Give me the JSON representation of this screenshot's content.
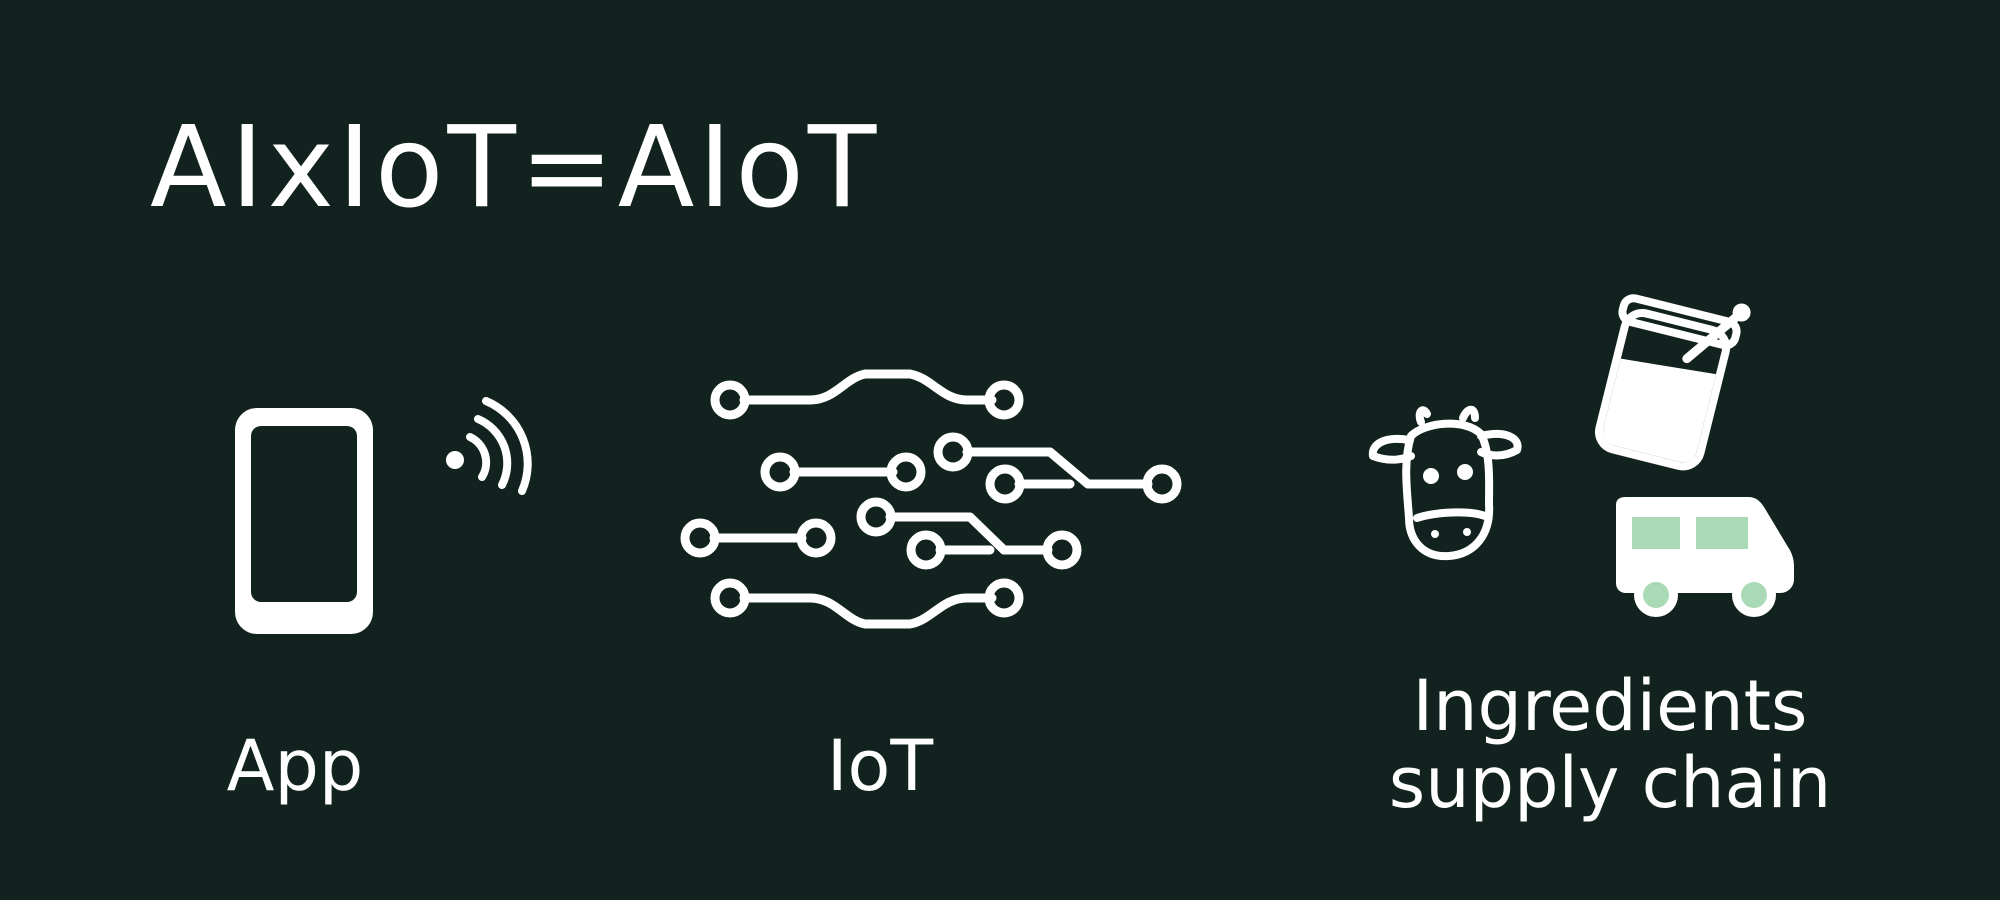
{
  "headline": "AIxIoT=AIoT",
  "captions": {
    "app": "App",
    "iot": "IoT",
    "ingredients_line1": "Ingredients",
    "ingredients_line2": "supply chain"
  },
  "icons": {
    "phone": "smartphone-icon",
    "signal": "wireless-signal-icon",
    "circuit": "circuit-board-icon",
    "cow": "cow-icon",
    "milk": "milk-jar-icon",
    "truck": "delivery-truck-icon"
  },
  "colors": {
    "background": "#12221f",
    "foreground": "#ffffff",
    "accent": "#a9d9b5"
  }
}
